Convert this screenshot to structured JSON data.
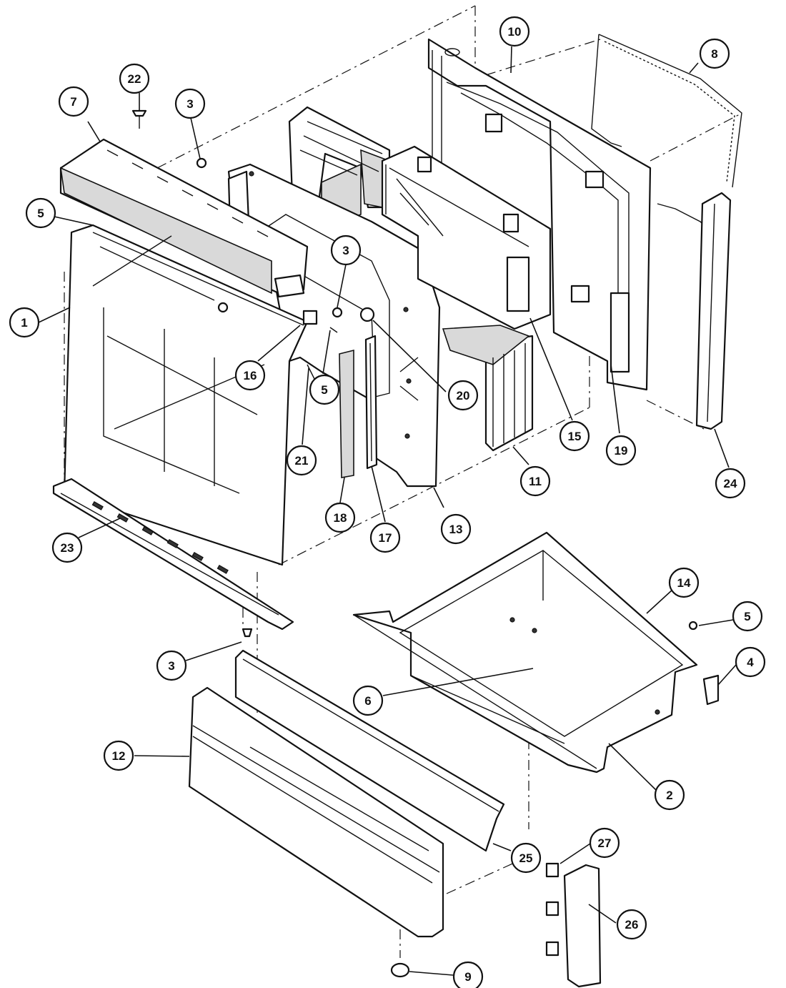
{
  "diagram": {
    "callouts": [
      {
        "id": "c1",
        "label": "1"
      },
      {
        "id": "c2",
        "label": "2"
      },
      {
        "id": "c3a",
        "label": "3"
      },
      {
        "id": "c3b",
        "label": "3"
      },
      {
        "id": "c3c",
        "label": "3"
      },
      {
        "id": "c4",
        "label": "4"
      },
      {
        "id": "c5a",
        "label": "5"
      },
      {
        "id": "c5b",
        "label": "5"
      },
      {
        "id": "c5c",
        "label": "5"
      },
      {
        "id": "c6",
        "label": "6"
      },
      {
        "id": "c7",
        "label": "7"
      },
      {
        "id": "c8",
        "label": "8"
      },
      {
        "id": "c9",
        "label": "9"
      },
      {
        "id": "c10",
        "label": "10"
      },
      {
        "id": "c11",
        "label": "11"
      },
      {
        "id": "c12",
        "label": "12"
      },
      {
        "id": "c13",
        "label": "13"
      },
      {
        "id": "c14",
        "label": "14"
      },
      {
        "id": "c15",
        "label": "15"
      },
      {
        "id": "c16",
        "label": "16"
      },
      {
        "id": "c17",
        "label": "17"
      },
      {
        "id": "c18",
        "label": "18"
      },
      {
        "id": "c19",
        "label": "19"
      },
      {
        "id": "c20",
        "label": "20"
      },
      {
        "id": "c21",
        "label": "21"
      },
      {
        "id": "c22",
        "label": "22"
      },
      {
        "id": "c23",
        "label": "23"
      },
      {
        "id": "c24",
        "label": "24"
      },
      {
        "id": "c25",
        "label": "25"
      },
      {
        "id": "c26",
        "label": "26"
      },
      {
        "id": "c27",
        "label": "27"
      }
    ]
  }
}
